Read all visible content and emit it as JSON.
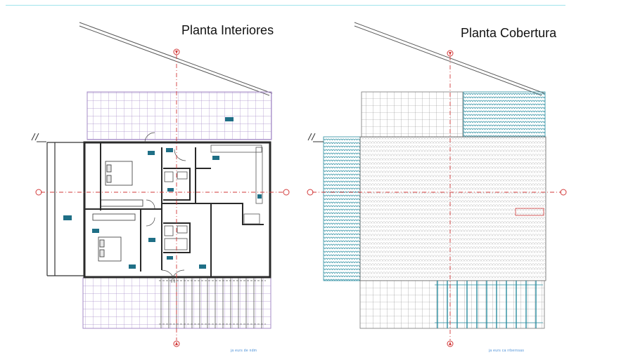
{
  "page": {
    "titles": {
      "interior": "Planta Interiores",
      "roof": "Planta Cobertura"
    },
    "captions": {
      "interior": "ja eurs de ndm",
      "roof": "ja eurs ca rrbernsas"
    }
  },
  "colors": {
    "grid": "#a58bc7",
    "wall": "#2a2a2a",
    "axis": "#d23a3a",
    "furniture": "#1f6f86",
    "roof_tile": "#2a8da0",
    "sky_line": "#9fe3ec"
  },
  "legend_icons": [
    "axis-marker-icon",
    "bed-icon",
    "fixture-icon",
    "door-swing-icon"
  ]
}
